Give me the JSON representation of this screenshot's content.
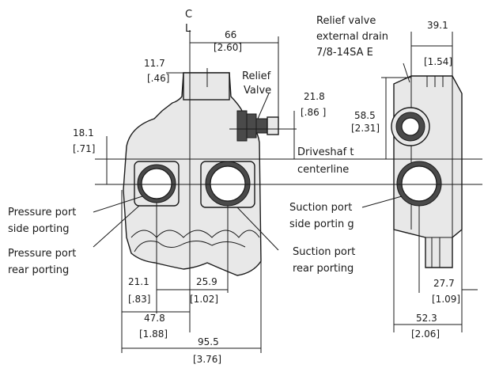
{
  "centerline": {
    "c": "C",
    "l": "L"
  },
  "labels": {
    "relief_valve_line1": "Relief",
    "relief_valve_line2": "Valve",
    "relief_drain_line1": "Relief valve",
    "relief_drain_line2": "external drain",
    "relief_drain_line3": "7/8-14SA  E",
    "driveshaft_line1": "Driveshaf t",
    "driveshaft_line2": "centerline",
    "pressure_side_line1": "Pressure port",
    "pressure_side_line2": "side porting",
    "pressure_rear_line1": "Pressure port",
    "pressure_rear_line2": "rear porting",
    "suction_side_line1": "Suction  port",
    "suction_side_line2": "side portin g",
    "suction_rear_line1": "Suction  port",
    "suction_rear_line2": "rear porting"
  },
  "dimensions": {
    "d66": {
      "mm": "66",
      "in": "[2.60]"
    },
    "d11_7": {
      "mm": "11.7",
      "in": "[.46]"
    },
    "d21_8": {
      "mm": "21.8",
      "in": "[.86  ]"
    },
    "d18_1": {
      "mm": "18.1",
      "in": "[.71]"
    },
    "d39_1": {
      "mm": "39.1",
      "in": "[1.54]"
    },
    "d58_5": {
      "mm": "58.5",
      "in": "[2.31]"
    },
    "d21_1": {
      "mm": "21.1",
      "in": "[.83]"
    },
    "d25_9": {
      "mm": "25.9",
      "in": "[1.02]"
    },
    "d47_8": {
      "mm": "47.8",
      "in": "[1.88]"
    },
    "d95_5": {
      "mm": "95.5",
      "in": "[3.76]"
    },
    "d27_7": {
      "mm": "27.7",
      "in": "[1.09]"
    },
    "d52_3": {
      "mm": "52.3",
      "in": "[2.06]"
    }
  }
}
